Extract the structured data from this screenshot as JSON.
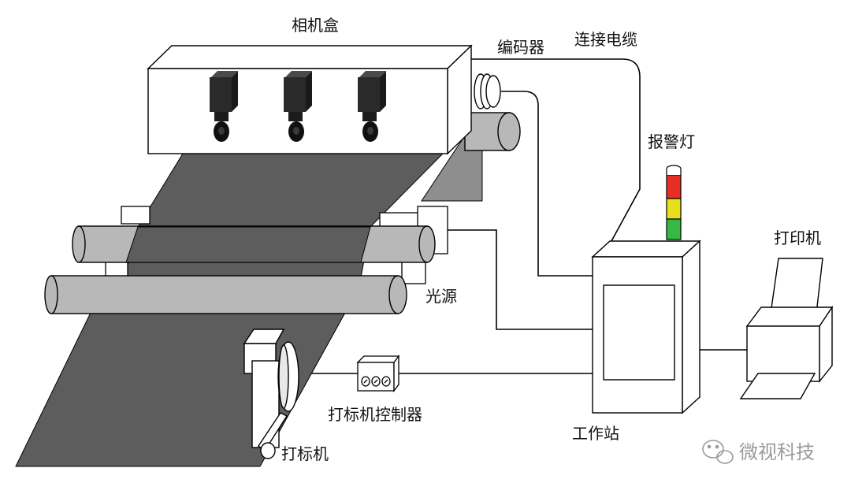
{
  "labels": {
    "camera_box": "相机盒",
    "encoder": "编码器",
    "cable": "连接电缆",
    "alarm_light": "报警灯",
    "printer": "打印机",
    "light_source": "光源",
    "workstation": "工作站",
    "marker_controller": "打标机控制器",
    "marker": "打标机"
  },
  "watermark": {
    "text": "微视科技"
  },
  "colors": {
    "web": "#5d5d5d",
    "web_shadow": "#8e8e8e",
    "roller": "#b8b8b8",
    "line": "#000000",
    "alarm_red": "#e62e22",
    "alarm_yellow": "#e6df1c",
    "alarm_green": "#35b844",
    "camera_body": "#2a2a2a",
    "watermark": "#9a9a9a"
  }
}
